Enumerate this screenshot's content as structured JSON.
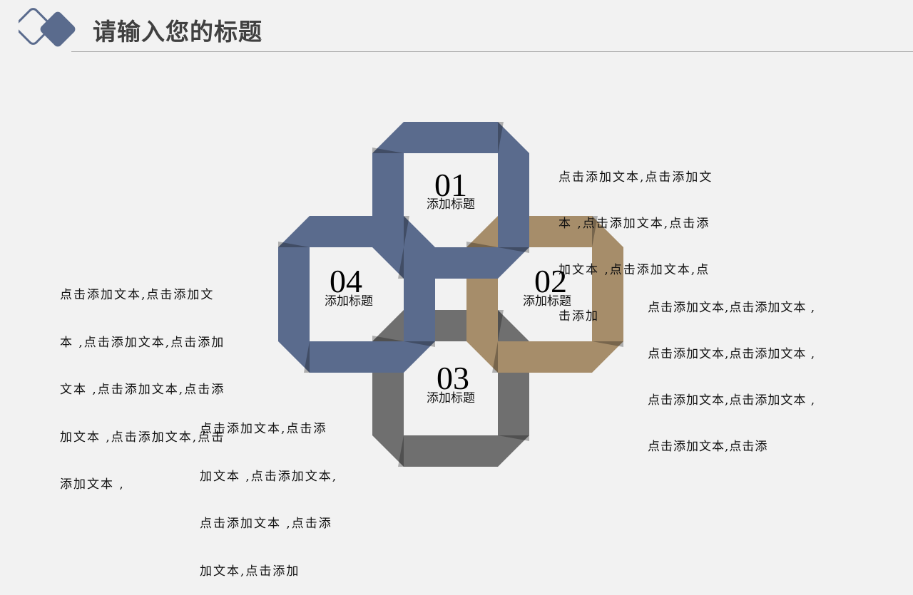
{
  "header": {
    "title": "请输入您的标题"
  },
  "colors": {
    "blue": "#5a6b8d",
    "tan": "#a68d6a",
    "gray": "#6f6f6f",
    "background": "#f2f2f2"
  },
  "items": [
    {
      "number": "01",
      "label": "添加标题",
      "color": "blue",
      "text_lines": [
        "点击添加文本,点击添加文",
        "本 ,点击添加文本,点击添",
        "加文本 ,点击添加文本,点",
        "击添加"
      ]
    },
    {
      "number": "02",
      "label": "添加标题",
      "color": "tan",
      "text_lines": [
        "点击添加文本,点击添加文本 ,",
        "点击添加文本,点击添加文本 ,",
        "点击添加文本,点击添加文本 ,",
        "点击添加文本,点击添"
      ]
    },
    {
      "number": "03",
      "label": "添加标题",
      "color": "gray",
      "text_lines": [
        "点击添加文本,点击添",
        "加文本 ,点击添加文本,",
        "点击添加文本 ,点击添",
        "加文本,点击添加"
      ]
    },
    {
      "number": "04",
      "label": "添加标题",
      "color": "blue",
      "text_lines": [
        "点击添加文本,点击添加文",
        "本 ,点击添加文本,点击添加",
        "文本 ,点击添加文本,点击添",
        "加文本 ,点击添加文本,点击",
        "添加文本 ,"
      ]
    }
  ]
}
